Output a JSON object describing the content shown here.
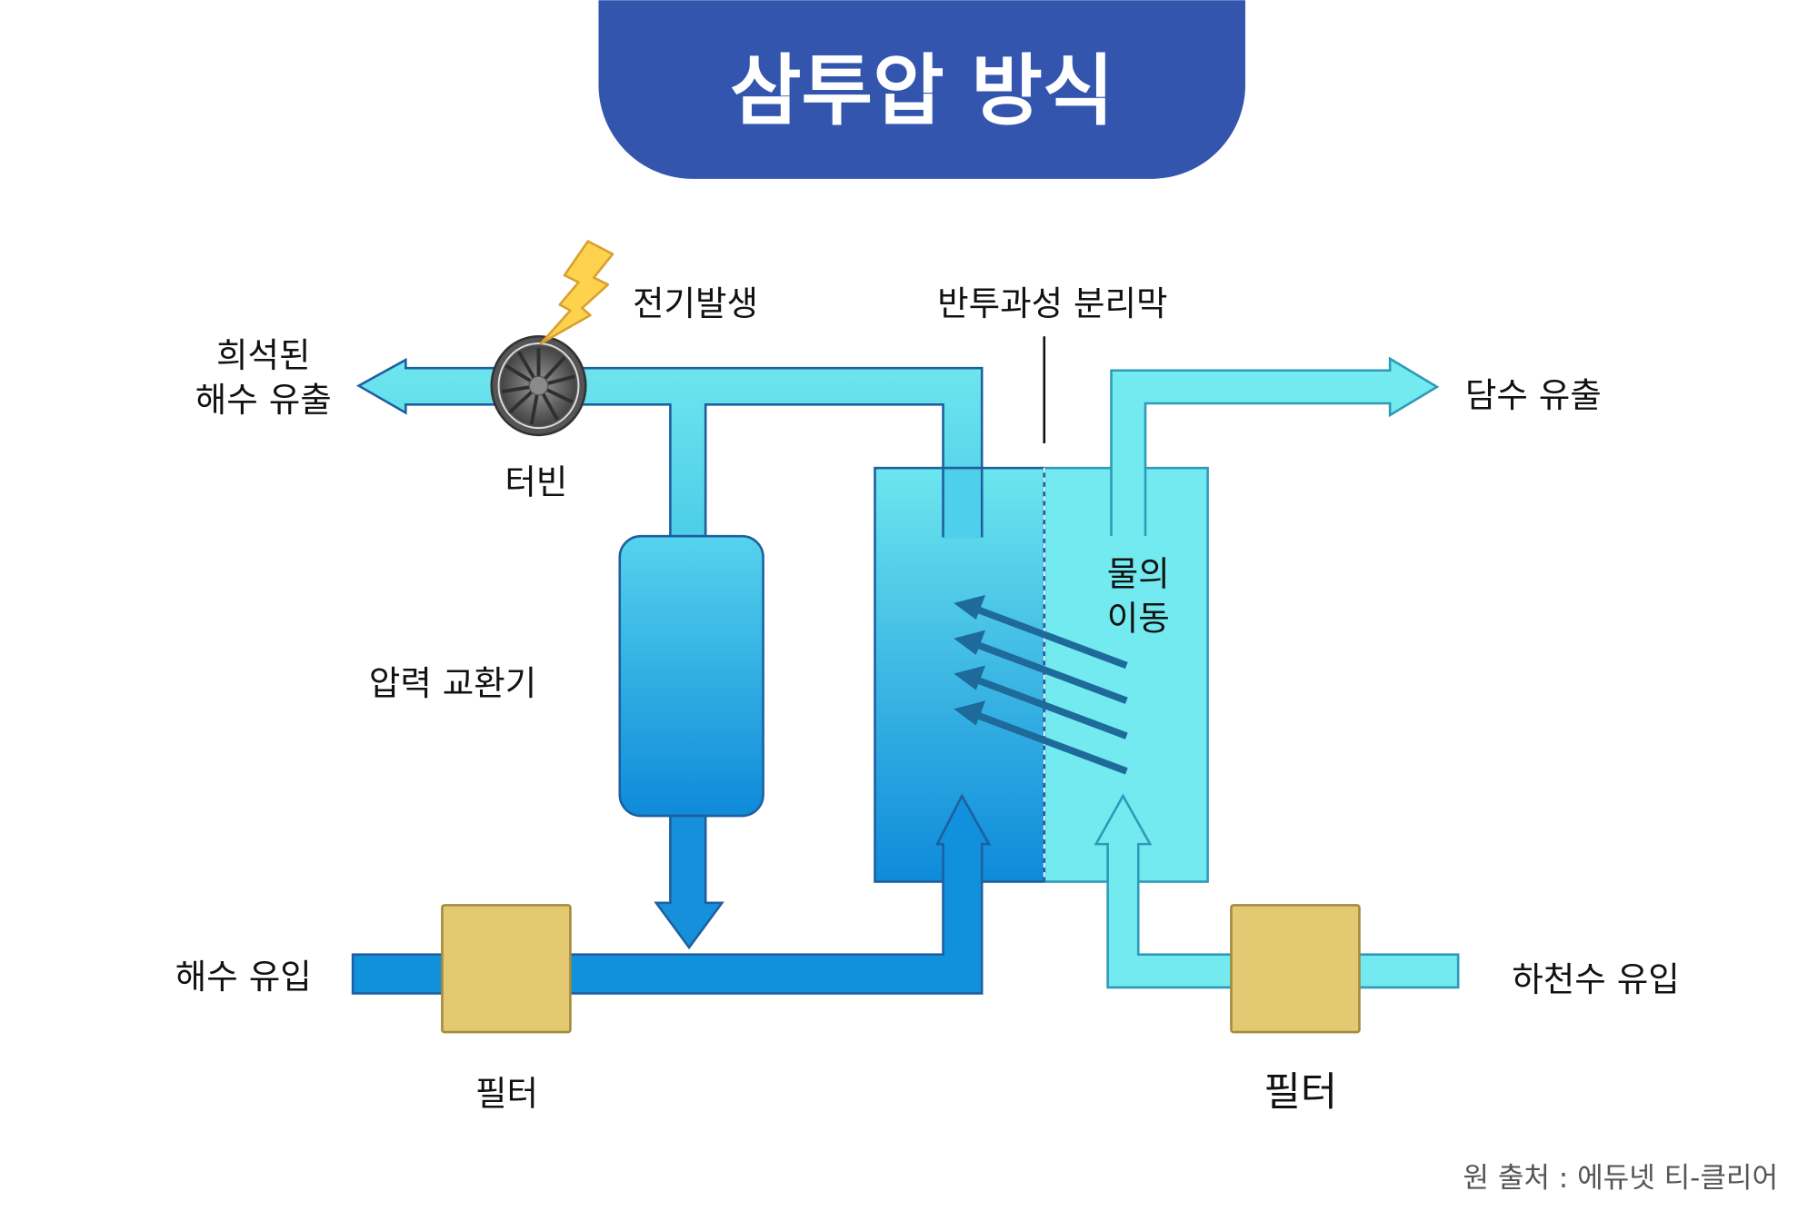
{
  "title": "삼투압 방식",
  "labels": {
    "electricity": "전기발생",
    "diluted_outflow_line1": "희석된",
    "diluted_outflow_line2": "해수 유출",
    "turbine": "터빈",
    "membrane": "반투과성 분리막",
    "fresh_outflow": "담수 유출",
    "water_movement_line1": "물의",
    "water_movement_line2": "이동",
    "pressure_exchanger": "압력 교환기",
    "seawater_inflow": "해수 유입",
    "filter_left": "필터",
    "filter_right": "필터",
    "river_inflow": "하천수 유입"
  },
  "source": "원 출처 : 에듀넷 티-클리어",
  "colors": {
    "title_bg": "#3355AE",
    "seawater_dark": "#1190DC",
    "seawater_light": "#6EE6EE",
    "freshwater": "#72EAEF",
    "filter": "#E3C971",
    "filter_border": "#A38B3F",
    "arrow_movement": "#1E6A9A",
    "bolt": "#FFD24D"
  }
}
